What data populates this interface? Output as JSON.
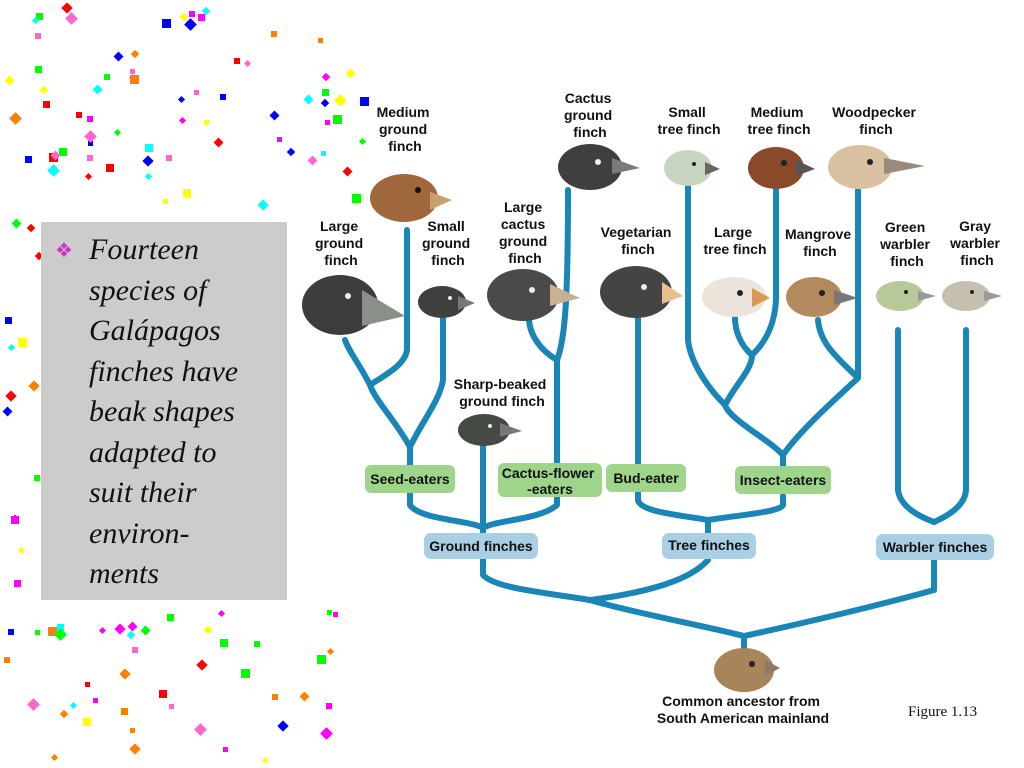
{
  "bullet_text": "Fourteen species of Galápagos finches have beak shapes adapted to suit their environ-ments",
  "bullet_lines": [
    "Fourteen",
    "species of",
    "Galápagos",
    "finches have",
    "beak shapes",
    "adapted to",
    "suit their",
    "environ-",
    "ments"
  ],
  "figure_label": "Figure 1.13",
  "species": {
    "medium_ground": [
      "Medium",
      "ground",
      "finch"
    ],
    "large_ground": [
      "Large",
      "ground",
      "finch"
    ],
    "small_ground": [
      "Small",
      "ground",
      "finch"
    ],
    "large_cactus": [
      "Large",
      "cactus",
      "ground",
      "finch"
    ],
    "cactus_ground": [
      "Cactus",
      "ground",
      "finch"
    ],
    "vegetarian": [
      "Vegetarian",
      "finch"
    ],
    "small_tree": [
      "Small",
      "tree finch"
    ],
    "medium_tree": [
      "Medium",
      "tree finch"
    ],
    "large_tree": [
      "Large",
      "tree finch"
    ],
    "woodpecker": [
      "Woodpecker",
      "finch"
    ],
    "mangrove": [
      "Mangrove",
      "finch"
    ],
    "green_warbler": [
      "Green",
      "warbler",
      "finch"
    ],
    "gray_warbler": [
      "Gray",
      "warbler",
      "finch"
    ],
    "sharp_beaked": [
      "Sharp-beaked",
      "ground finch"
    ]
  },
  "diet_groups": {
    "seed": [
      "Seed-eaters"
    ],
    "cactus_flower": [
      "Cactus-flower",
      "-eaters"
    ],
    "bud": [
      "Bud-eater"
    ],
    "insect": [
      "Insect-eaters"
    ]
  },
  "clades": {
    "ground": "Ground finches",
    "tree": "Tree finches",
    "warbler": "Warbler finches"
  },
  "ancestor": [
    "Common ancestor from",
    "South American mainland"
  ],
  "colors": {
    "branch": "#1a86b8",
    "diet_box": "#9fd58a",
    "clade_box": "#a8cfe4",
    "text_box": "#cccccc",
    "bullet": "#cc33cc"
  }
}
